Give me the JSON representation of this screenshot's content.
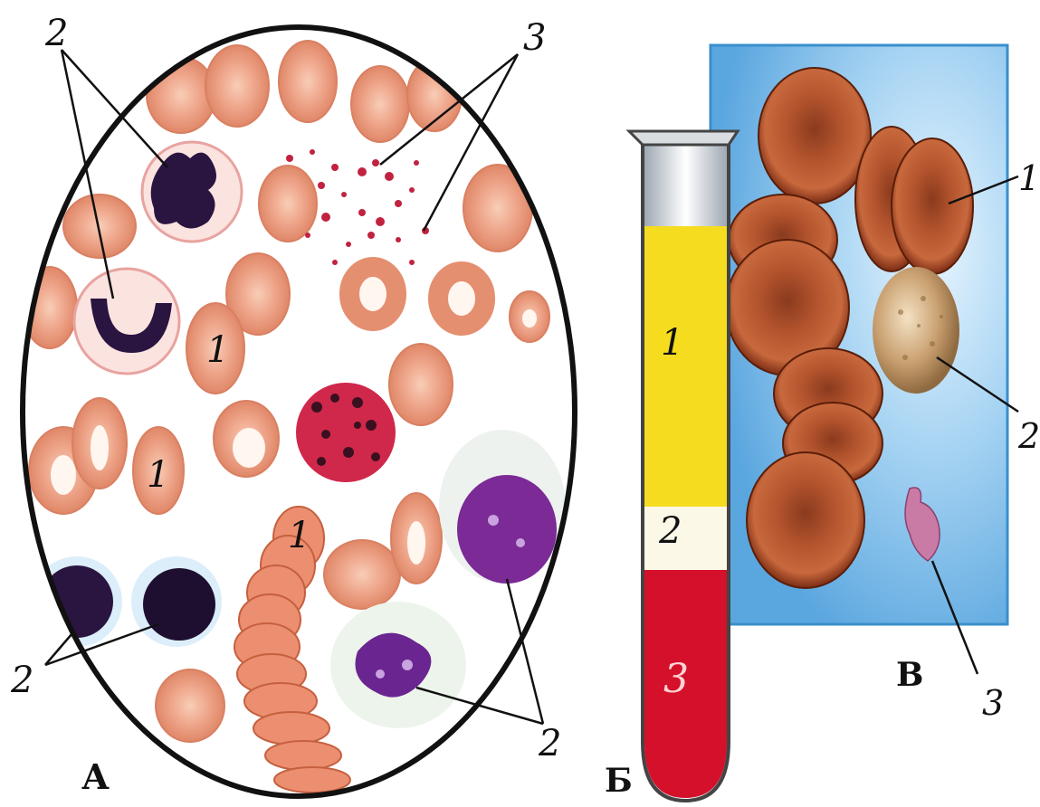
{
  "panels": {
    "a": {
      "letter": "А",
      "labels": {
        "platelets": "3",
        "leukocytes": "2",
        "erythrocytes": "1"
      }
    },
    "b": {
      "letter": "Б",
      "layers": {
        "plasma": "1",
        "buffy": "2",
        "cells": "3"
      }
    },
    "c": {
      "letter": "В",
      "labels": {
        "erythrocytes": "1",
        "leukocytes": "2",
        "platelets": "3"
      }
    }
  },
  "colors": {
    "rbc": "#e99a7a",
    "rbc_dark": "#c7694a",
    "smear_bg": "#ffffff",
    "plasma": "#f5dc1e",
    "blood": "#d4102b",
    "panel_bg": "#6fb5e8",
    "nucleus": "#2a1440",
    "eosinophil": "#d0284a"
  }
}
